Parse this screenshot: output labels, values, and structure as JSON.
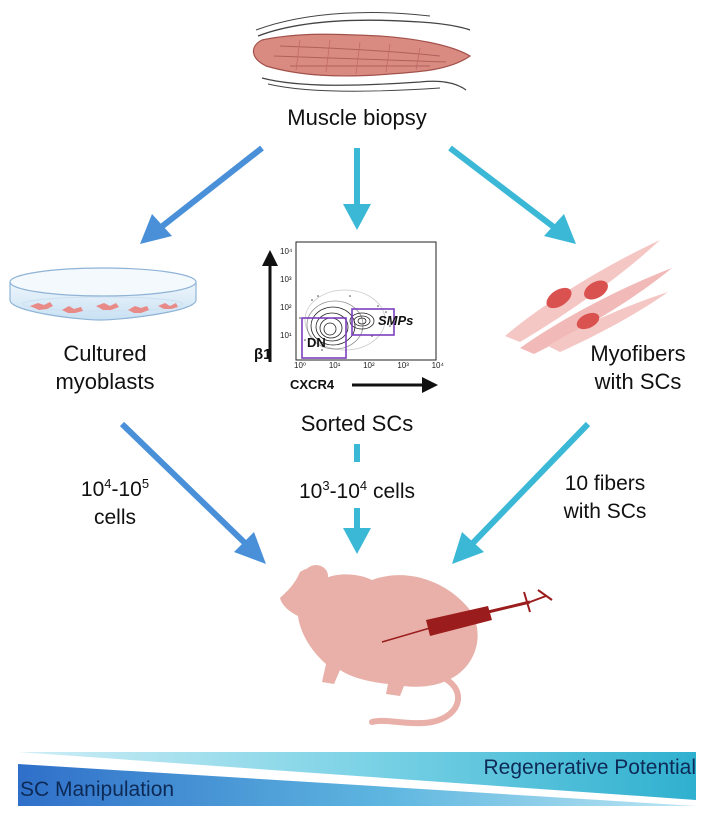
{
  "top": {
    "title": "Muscle biopsy"
  },
  "left": {
    "title_line1": "Cultured",
    "title_line2": "myoblasts",
    "cells_base1": "10",
    "cells_exp1": "4",
    "cells_sep": "-10",
    "cells_exp2": "5",
    "cells_line2": "cells"
  },
  "center": {
    "title": "Sorted SCs",
    "cells_base1": "10",
    "cells_exp1": "3",
    "cells_sep": "-10",
    "cells_exp2": "4",
    "cells_tail": " cells",
    "facs": {
      "y_label": "β1",
      "x_label": "CXCR4",
      "gate_dn": "DN",
      "gate_smps": "SMPs",
      "ticks": [
        "10⁰",
        "10¹",
        "10²",
        "10³",
        "10⁴"
      ]
    }
  },
  "right": {
    "title_line1": "Myofibers",
    "title_line2": "with SCs",
    "count_line1": "10 fibers",
    "count_line2": "with SCs"
  },
  "bottom": {
    "left_text": "SC Manipulation",
    "right_text": "Regenerative Potential"
  },
  "colors": {
    "blue_arrow": "#4a90d9",
    "teal_arrow": "#3bb8d6",
    "mouse": "#e8b0a8",
    "syringe": "#9b1c1c",
    "gate": "#7b3fbf"
  }
}
